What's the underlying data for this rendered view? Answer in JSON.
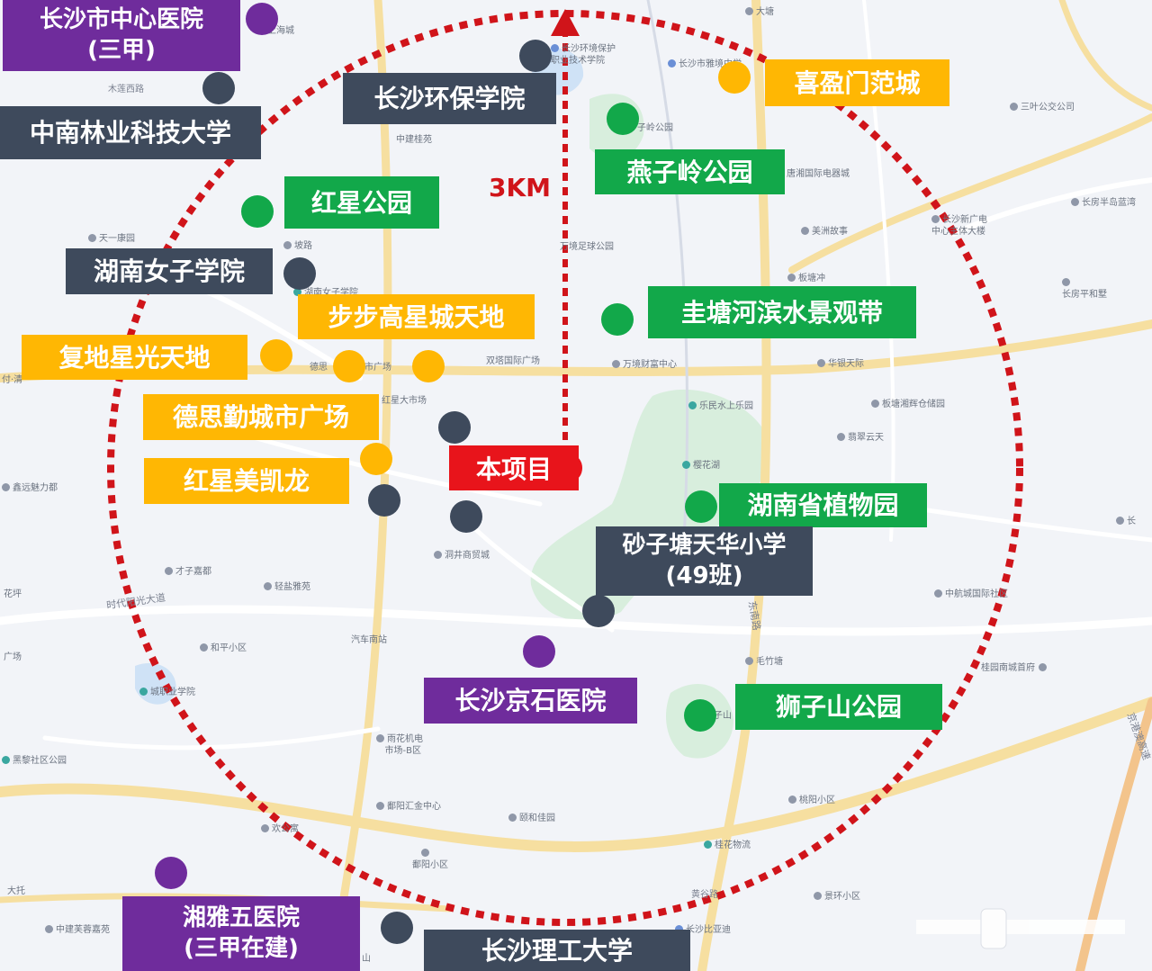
{
  "colors": {
    "hospital": "#6f2c9c",
    "school": "#3e4a5c",
    "commerce": "#ffb703",
    "park": "#12a84a",
    "project": "#e8141b",
    "radius": "#d0141a"
  },
  "project": {
    "label": "本项目"
  },
  "radius_label": "3KM",
  "labels": {
    "h1a": "长沙市中心医院",
    "h1b": "(三甲)",
    "s1": "中南林业科技大学",
    "s2": "长沙环保学院",
    "c1": "喜盈门范城",
    "p1": "燕子岭公园",
    "p2": "红星公园",
    "s3": "湖南女子学院",
    "c2": "步步高星城天地",
    "p3": "圭塘河滨水景观带",
    "c3": "复地星光天地",
    "c4": "德思勤城市广场",
    "c5": "红星美凯龙",
    "p4": "湖南省植物园",
    "s4a": "砂子塘天华小学",
    "s4b": "(49班)",
    "h2": "长沙京石医院",
    "p5": "狮子山公园",
    "h3a": "湘雅五医院",
    "h3b": "(三甲在建)",
    "s5": "长沙理工大学"
  },
  "map_text": {
    "t1": "上海城",
    "t2": "木莲西路",
    "t3": "长沙环境保护",
    "t3b": "职业技术学院",
    "t4": "大塘",
    "t5": "长沙市雅境中学",
    "t6": "三叶公交公司",
    "t7": "中建桂苑",
    "t8": "燕子岭公园",
    "t9": "唐湘国际电器城",
    "t10": "天一康园",
    "t11": "美洲故事",
    "t12": "长沙新广电",
    "t12b": "中心主体大楼",
    "t13": "长房半岛蓝湾",
    "t14": "坡路",
    "t15": "湖南女子学院",
    "t16": "万境足球公园",
    "t17": "板塘冲",
    "t18": "长房平和墅",
    "t19": "双塔国际广场",
    "t20": "万境财富中心",
    "t21": "华银天际",
    "t22": "德思",
    "t23": "市广场",
    "t24": "红星大市场",
    "t25": "乐民水上乐园",
    "t26": "板塘湘辉仓储园",
    "t27": "翡翠云天",
    "t28": "樱花湖",
    "t29": "鑫远魅力都",
    "t30": "洞井商贸城",
    "t31": "才子嘉都",
    "t32": "花坪",
    "t33": "时代阳光大道",
    "t34": "轻盐雅苑",
    "t35": "中航城国际社区",
    "t36": "和平小区",
    "t37": "汽车南站",
    "t38": "广场",
    "t39": "毛竹塘",
    "t40": "桂园南城首府",
    "t41": "城职业学院",
    "t42": "雨花机电",
    "t42b": "市场-B区",
    "t43": "黑黎社区公园",
    "t44": "京港澳高速",
    "t45": "鄱阳汇金中心",
    "t46": "桃阳小区",
    "t47": "颐和佳园",
    "t48": "欢公寓",
    "t49": "桂花物流",
    "t50": "鄱阳小区",
    "t51": "大托",
    "t52": "黄谷路",
    "t53": "景环小区",
    "t54": "中建芙蓉嘉苑",
    "t55": "长沙比亚迪",
    "t56": "山",
    "t57": "付·清",
    "t58": "东",
    "t59": "子山",
    "t60": "长",
    "t61": "子岭公园",
    "t62": "木莲",
    "t63": "城",
    "t64": "东南路"
  }
}
